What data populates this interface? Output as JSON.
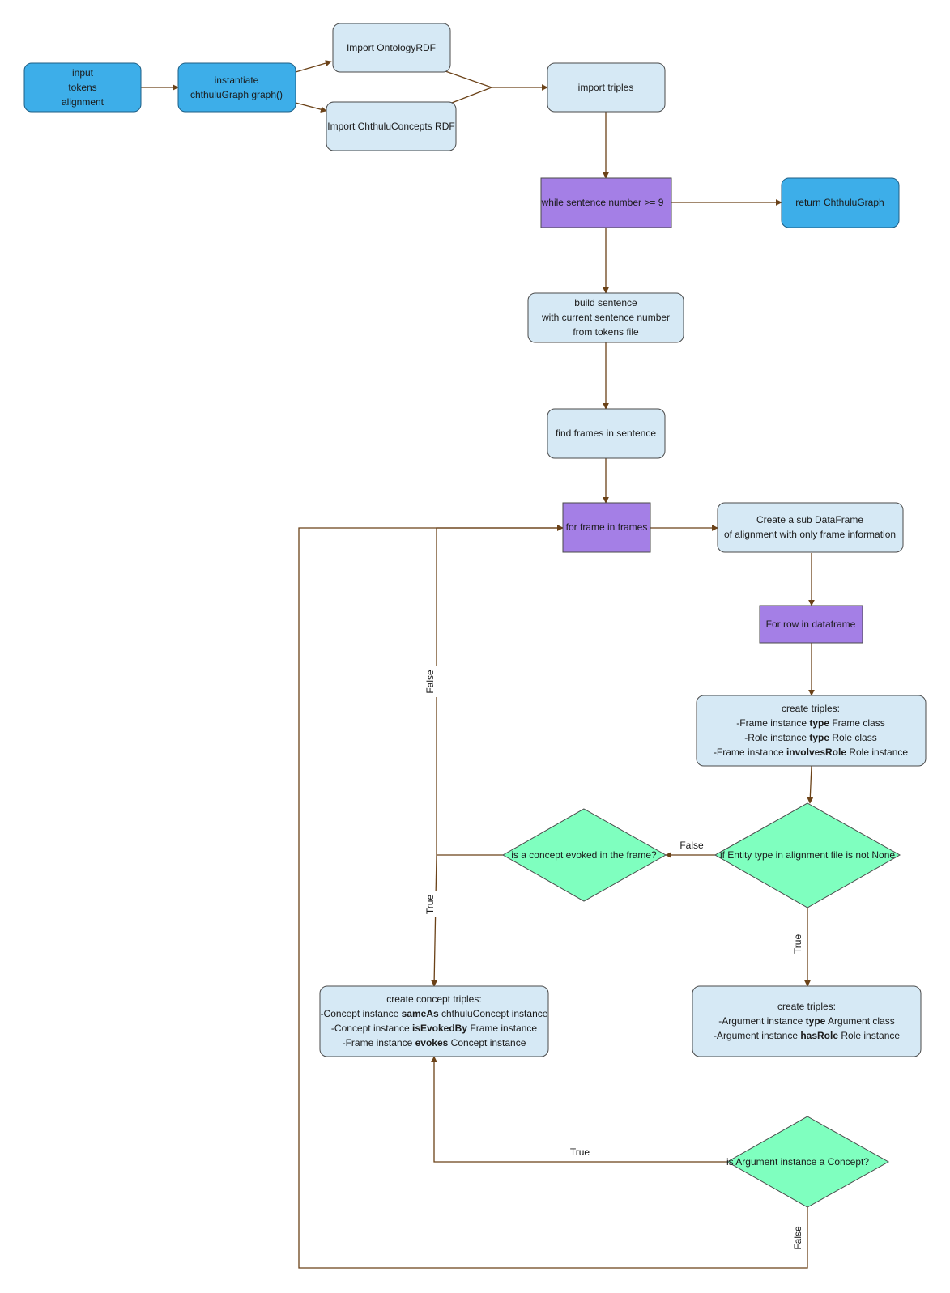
{
  "colors": {
    "dark_blue": "#3daee9",
    "light_blue": "#d6e9f5",
    "purple": "#a47fe6",
    "green": "#7fffbf",
    "edge": "#6b4218"
  },
  "nodes": {
    "input": {
      "lines": [
        "input",
        "tokens",
        "alignment"
      ]
    },
    "instantiate": {
      "lines": [
        "instantiate",
        "chthuluGraph graph()"
      ]
    },
    "import_ontology": {
      "lines": [
        "Import OntologyRDF"
      ]
    },
    "import_concepts": {
      "lines": [
        "Import ChthuluConcepts RDF"
      ]
    },
    "import_triples": {
      "lines": [
        "import triples"
      ]
    },
    "while_loop": {
      "lines": [
        "while sentence number >= 9"
      ]
    },
    "return_graph": {
      "lines": [
        "return ChthuluGraph"
      ]
    },
    "build_sentence": {
      "lines": [
        "build sentence",
        "with current sentence number",
        "from tokens file"
      ]
    },
    "find_frames": {
      "lines": [
        "find frames in sentence"
      ]
    },
    "for_frame": {
      "lines": [
        "for frame in frames"
      ]
    },
    "sub_dataframe": {
      "lines": [
        "Create a sub DataFrame",
        "of alignment with only frame information"
      ]
    },
    "for_row": {
      "lines": [
        "For row in dataframe"
      ]
    },
    "create_triples_frame": {
      "lines": [
        "create triples:",
        "-Frame instance **type** Frame class",
        "-Role instance **type** Role class",
        "-Frame instance **involvesRole** Role instance"
      ]
    },
    "entity_decision": {
      "lines": [
        "if Entity type in alignment file is not None"
      ]
    },
    "concept_decision": {
      "lines": [
        "is a concept evoked in the frame?"
      ]
    },
    "create_concept_triples": {
      "lines": [
        "create concept triples:",
        "-Concept instance **sameAs** chthuluConcept instance",
        "-Concept instance **isEvokedBy** Frame instance",
        "-Frame instance **evokes** Concept instance"
      ]
    },
    "create_argument_triples": {
      "lines": [
        "create triples:",
        "-Argument instance **type** Argument class",
        "-Argument instance **hasRole** Role instance"
      ]
    },
    "argument_decision": {
      "lines": [
        "is Argument instance a Concept?"
      ]
    }
  },
  "edge_labels": {
    "entity_false": "False",
    "entity_true": "True",
    "concept_false": "False",
    "concept_true": "True",
    "argument_true": "True",
    "argument_false": "False"
  }
}
